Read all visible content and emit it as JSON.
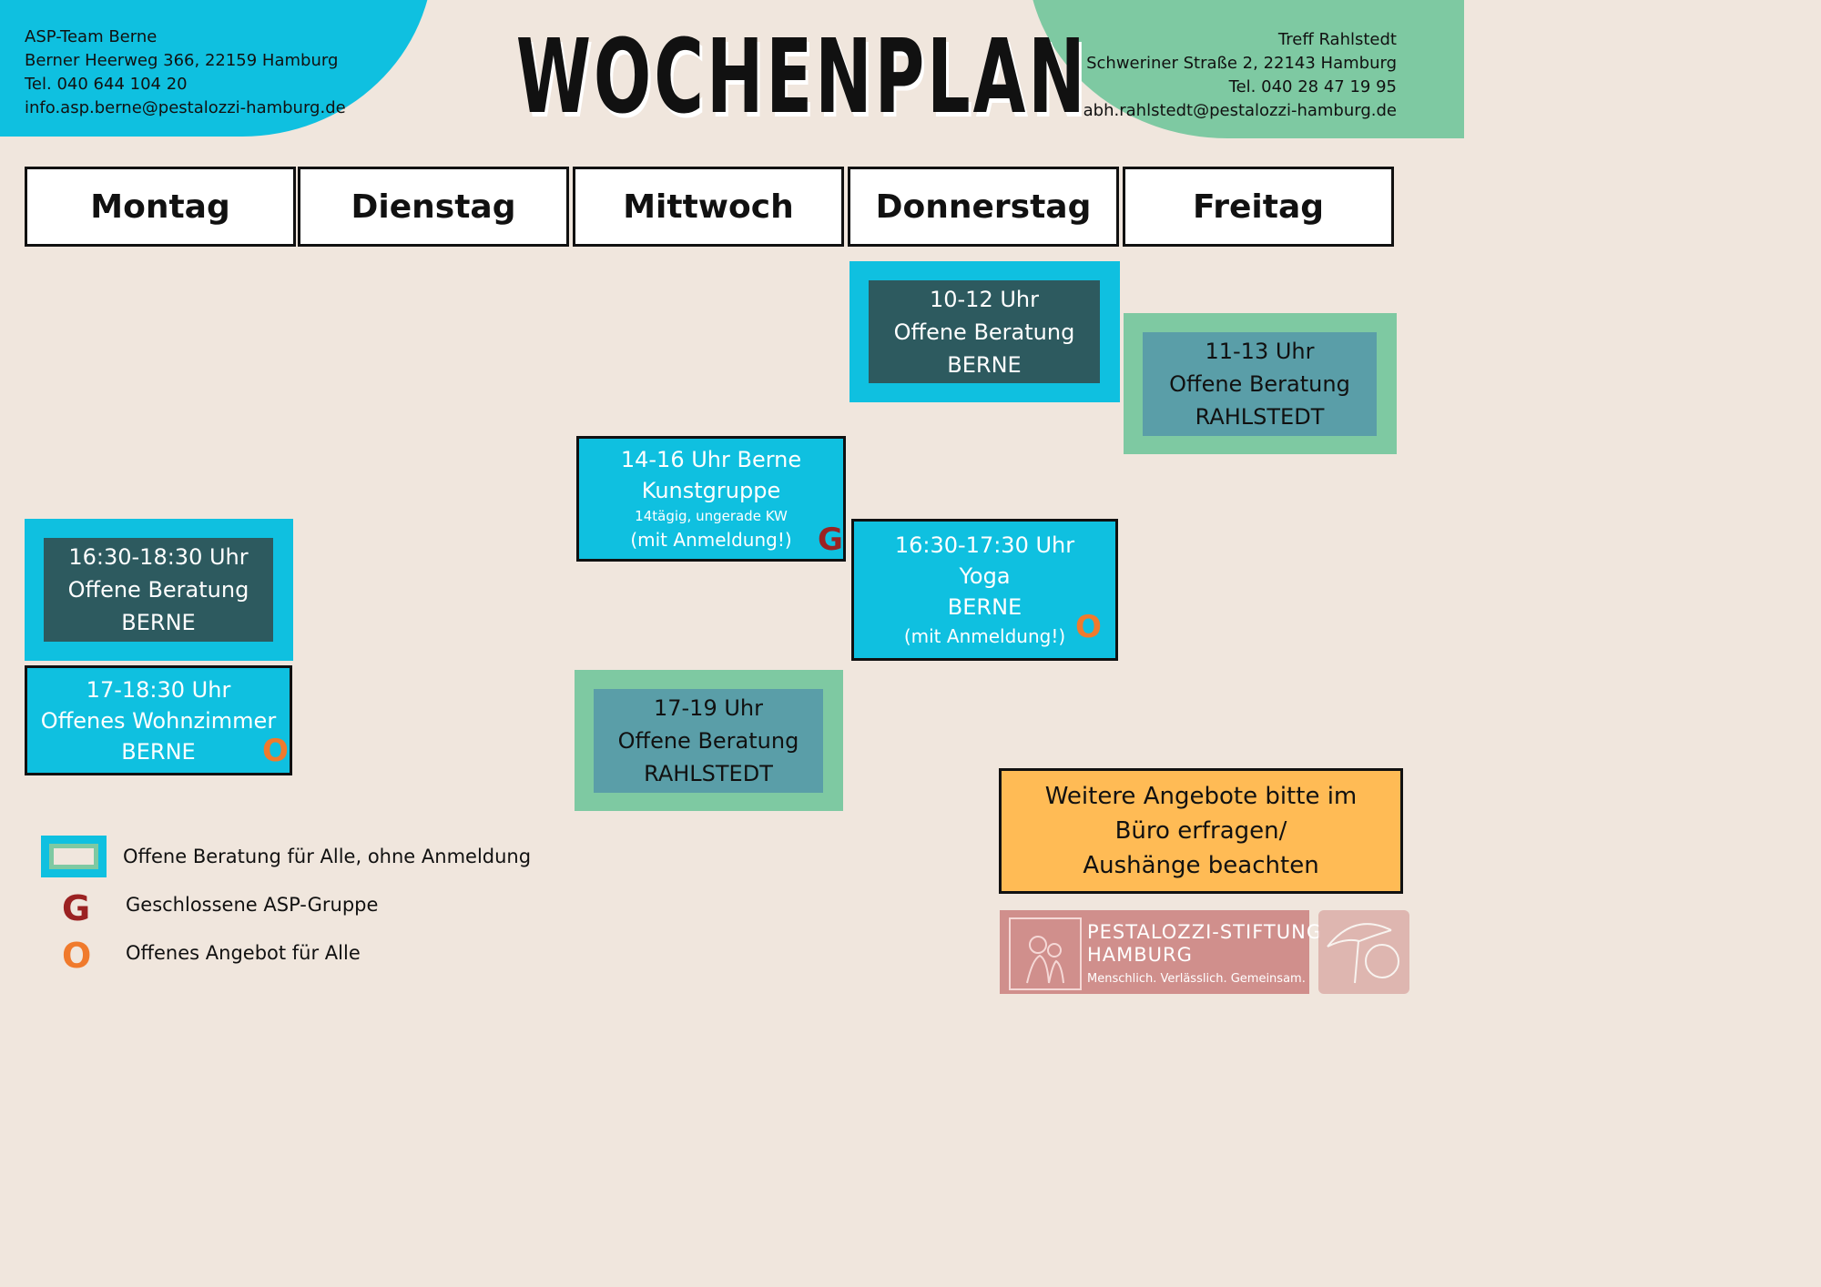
{
  "title": "WOCHENPLAN",
  "contact_left": {
    "line1": "ASP-Team Berne",
    "line2": "Berner Heerweg 366, 22159 Hamburg",
    "line3": "Tel. 040 644 104 20",
    "line4": "info.asp.berne@pestalozzi-hamburg.de"
  },
  "contact_right": {
    "line1": "Treff Rahlstedt",
    "line2": "Schweriner Straße 2, 22143 Hamburg",
    "line3": "Tel. 040 28 47 19 95",
    "line4": "abh.rahlstedt@pestalozzi-hamburg.de"
  },
  "days": [
    "Montag",
    "Dienstag",
    "Mittwoch",
    "Donnerstag",
    "Freitag"
  ],
  "events": {
    "mo_beratung": {
      "l1": "16:30-18:30 Uhr",
      "l2": "Offene Beratung",
      "l3": "BERNE"
    },
    "mo_wohnzimmer": {
      "l1": "17-18:30 Uhr",
      "l2": "Offenes Wohnzimmer",
      "l3": "BERNE",
      "marker": "O"
    },
    "mi_kunst": {
      "l1": "14-16 Uhr Berne",
      "l2": "Kunstgruppe",
      "l3": "14tägig, ungerade KW",
      "l4": "(mit Anmeldung!)",
      "marker": "G"
    },
    "mi_beratung": {
      "l1": "17-19 Uhr",
      "l2": "Offene Beratung",
      "l3": "RAHLSTEDT"
    },
    "do_beratung": {
      "l1": "10-12 Uhr",
      "l2": "Offene Beratung",
      "l3": "BERNE"
    },
    "do_yoga": {
      "l1": "16:30-17:30 Uhr",
      "l2": "Yoga",
      "l3": "BERNE",
      "l4": "(mit Anmeldung!)",
      "marker": "O"
    },
    "fr_beratung": {
      "l1": "11-13 Uhr",
      "l2": "Offene Beratung",
      "l3": "RAHLSTEDT"
    }
  },
  "legend": {
    "box_text": "Offene Beratung für Alle, ohne Anmeldung",
    "g_symbol": "G",
    "g_text": "Geschlossene ASP-Gruppe",
    "o_symbol": "O",
    "o_text": "Offenes Angebot für Alle"
  },
  "info": {
    "line1": "Weitere Angebote bitte im",
    "line2": "Büro erfragen/",
    "line3": "Aushänge beachten"
  },
  "logo": {
    "name1": "PESTALOZZI-STIFTUNG",
    "name2": "HAMBURG",
    "slogan": "Menschlich. Verlässlich. Gemeinsam."
  },
  "colors": {
    "background": "#f0e6dd",
    "blue": "#0fc0e0",
    "green": "#7ec9a2",
    "dark_teal": "#2d5a5f",
    "teal": "#5a9ea8",
    "orange_box": "#ffbb55",
    "marker_g": "#9b2222",
    "marker_o": "#f07a2c"
  }
}
